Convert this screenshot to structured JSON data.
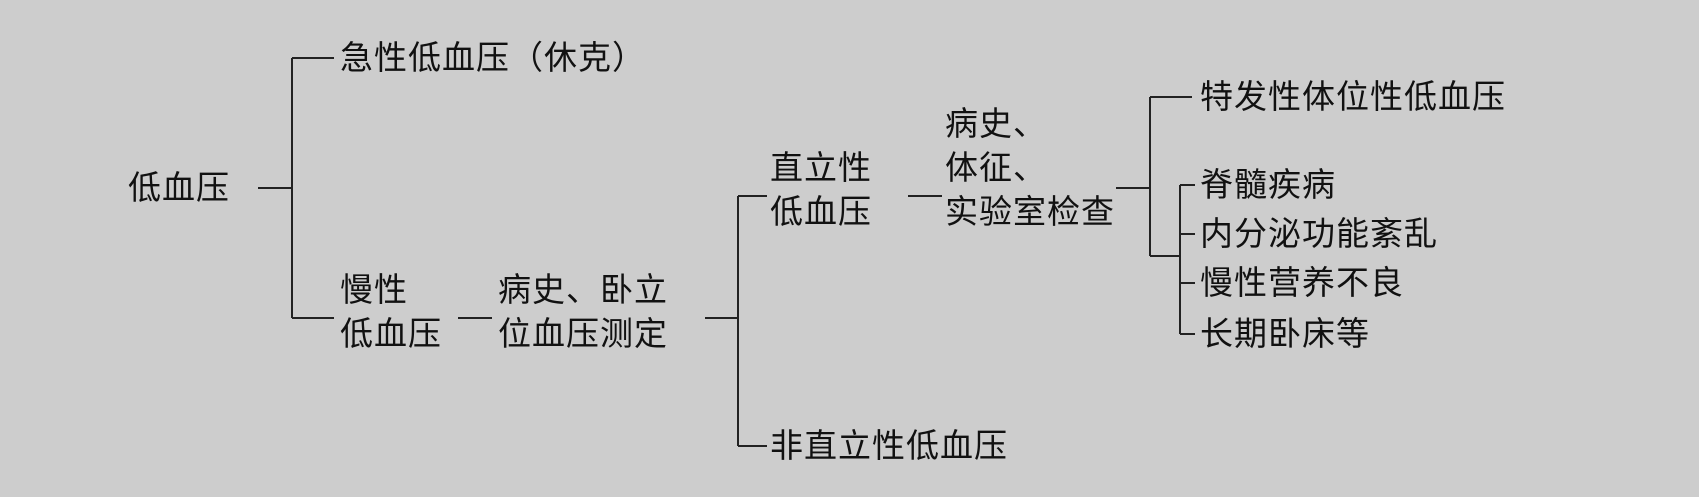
{
  "tree": {
    "root": "低血压",
    "acute": "急性低血压（休克）",
    "chronic": [
      "慢性",
      "低血压"
    ],
    "chronic_step": [
      "病史、卧立",
      "位血压测定"
    ],
    "orthostatic": [
      "直立性",
      "低血压"
    ],
    "orthostatic_step": [
      "病史、",
      "体征、",
      "实验室检查"
    ],
    "idiopathic": "特发性体位性低血压",
    "secondary_causes": [
      "脊髓疾病",
      "内分泌功能紊乱",
      "慢性营养不良",
      "长期卧床等"
    ],
    "non_orthostatic": "非直立性低血压"
  }
}
